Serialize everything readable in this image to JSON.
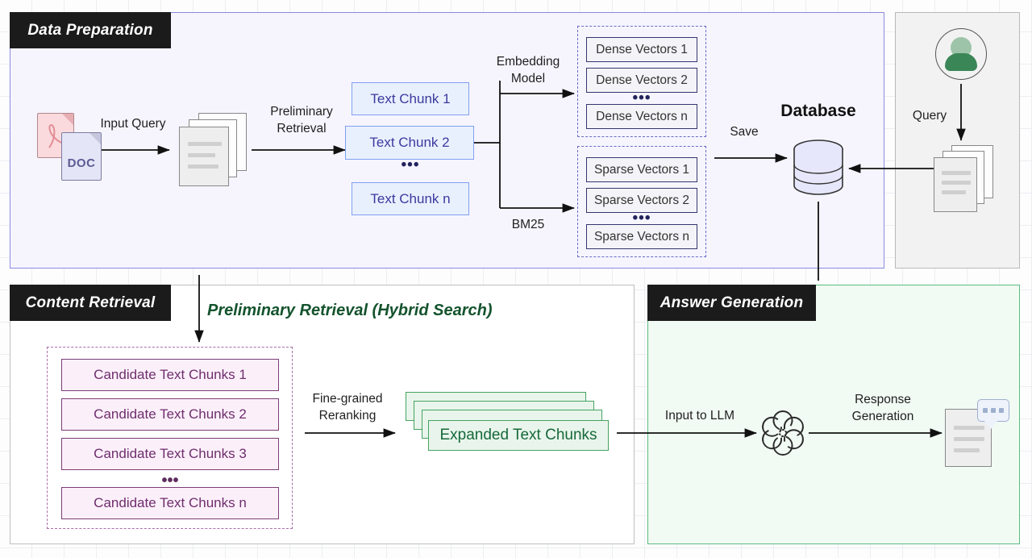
{
  "panels": {
    "data_preparation": {
      "title": "Data Preparation"
    },
    "content_retrieval": {
      "title": "Content Retrieval"
    },
    "answer_generation": {
      "title": "Answer Generation"
    },
    "user_query": {
      "label": "Query"
    }
  },
  "colors": {
    "prep_border": "#8a8ae0",
    "prep_fill": "#f6f5fe",
    "retrieval_border": "#bfbfbf",
    "answer_border": "#5dbb83",
    "answer_fill": "#f1faf3",
    "chunk_blue": "#7f9ff0",
    "vector_navy": "#35356f",
    "candidate_purple": "#7a3c78",
    "expanded_green": "#45a35f",
    "title_bg": "#1b1b1b",
    "hybrid_green": "#14532d"
  },
  "data_preparation": {
    "source_icons": {
      "pdf_label": "",
      "doc_label": "DOC"
    },
    "edge_input_query": "Input Query",
    "edge_preliminary_retrieval": "Preliminary\nRetrieval",
    "text_chunks": [
      "Text Chunk 1",
      "Text Chunk 2",
      "Text Chunk n"
    ],
    "chunk_ellipsis": "•••",
    "edge_embedding_model": "Embedding\nModel",
    "edge_bm25": "BM25",
    "dense_vectors": [
      "Dense Vectors 1",
      "Dense Vectors 2",
      "Dense Vectors n"
    ],
    "dense_ellipsis": "•••",
    "sparse_vectors": [
      "Sparse Vectors 1",
      "Sparse Vectors 2",
      "Sparse Vectors n"
    ],
    "sparse_ellipsis": "•••",
    "edge_save": "Save",
    "database_label": "Database"
  },
  "content_retrieval": {
    "section_title": "Preliminary Retrieval (Hybrid Search)",
    "candidate_chunks": [
      "Candidate Text Chunks 1",
      "Candidate Text Chunks 2",
      "Candidate Text Chunks 3",
      "Candidate Text Chunks n"
    ],
    "candidate_ellipsis": "•••",
    "edge_reranking": "Fine-grained\nReranking",
    "expanded_chunks_label": "Expanded Text Chunks"
  },
  "answer_generation": {
    "edge_input_to_llm": "Input to LLM",
    "llm_icon": "openai-logo-icon",
    "edge_response_generation": "Response\nGeneration",
    "answer_doc_icon": "response-document-icon"
  }
}
